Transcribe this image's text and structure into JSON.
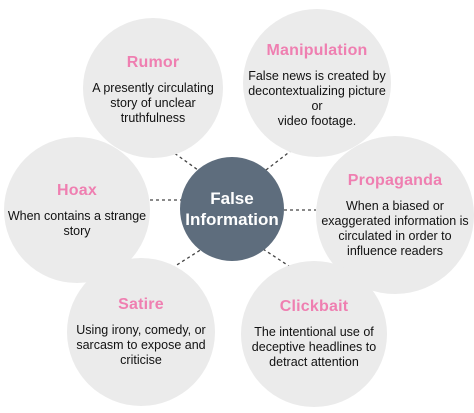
{
  "center": {
    "title_line1": "False",
    "title_line2": "Information"
  },
  "nodes": {
    "rumor": {
      "title": "Rumor",
      "line1": "A presently circulating",
      "line2": "story of unclear",
      "line3": "truthfulness"
    },
    "manipulation": {
      "title": "Manipulation",
      "line1": "False news is created by",
      "line2": "decontextualizing picture or",
      "line3": "video footage."
    },
    "hoax": {
      "title": "Hoax",
      "line1": "When contains a strange",
      "line2": "story"
    },
    "propaganda": {
      "title": "Propaganda",
      "line1": "When a biased or",
      "line2": "exaggerated information is",
      "line3": "circulated in order to",
      "line4": "influence readers"
    },
    "satire": {
      "title": "Satire",
      "line1": "Using irony, comedy, or",
      "line2": "sarcasm to expose and",
      "line3": "criticise"
    },
    "clickbait": {
      "title": "Clickbait",
      "line1": "The intentional use of",
      "line2": "deceptive headlines to",
      "line3": "detract attention"
    }
  },
  "colors": {
    "title_pink": "#ef7fb1",
    "center_fill": "#5e6d7d",
    "node_fill": "#ebebeb"
  }
}
